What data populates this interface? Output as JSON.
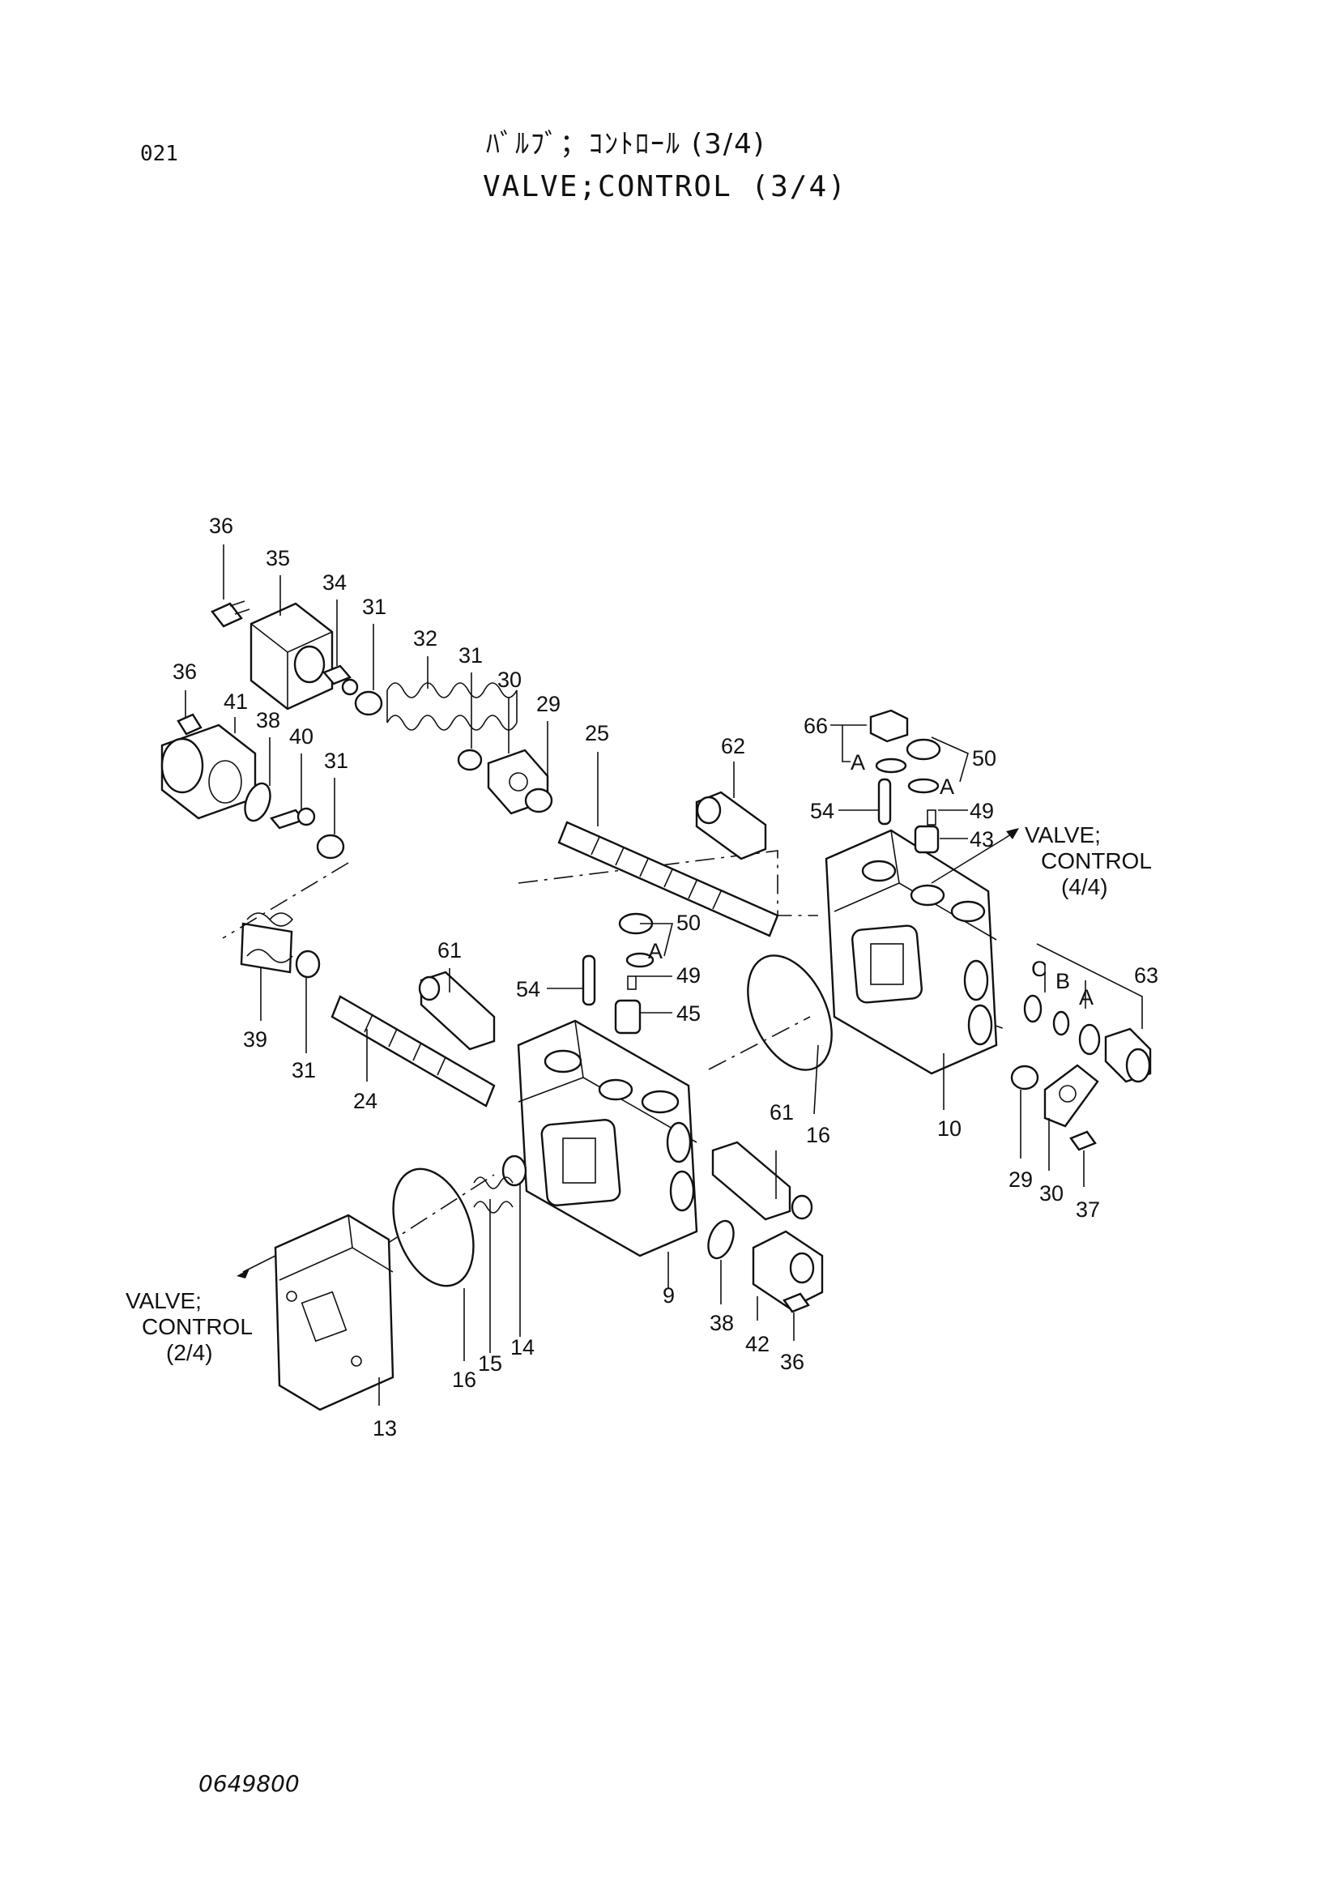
{
  "header": {
    "page_number": "021",
    "title_jp": "ﾊﾞﾙﾌﾞ；ｺﾝﾄﾛｰﾙ (3/4)",
    "title_en": "VALVE;CONTROL (3/4)"
  },
  "footer": {
    "doc_code": "0649800"
  },
  "cross_refs": {
    "to_4_4": [
      "VALVE;",
      "CONTROL",
      "(4/4)"
    ],
    "to_2_4": [
      "VALVE;",
      "CONTROL",
      "(2/4)"
    ]
  },
  "callouts": [
    {
      "id": "c36a",
      "text": "36"
    },
    {
      "id": "c35",
      "text": "35"
    },
    {
      "id": "c34",
      "text": "34"
    },
    {
      "id": "c31a",
      "text": "31"
    },
    {
      "id": "c32",
      "text": "32"
    },
    {
      "id": "c31b",
      "text": "31"
    },
    {
      "id": "c30a",
      "text": "30"
    },
    {
      "id": "c29a",
      "text": "29"
    },
    {
      "id": "c25",
      "text": "25"
    },
    {
      "id": "c36b",
      "text": "36"
    },
    {
      "id": "c41",
      "text": "41"
    },
    {
      "id": "c38a",
      "text": "38"
    },
    {
      "id": "c40",
      "text": "40"
    },
    {
      "id": "c31c",
      "text": "31"
    },
    {
      "id": "c62",
      "text": "62"
    },
    {
      "id": "c66",
      "text": "66"
    },
    {
      "id": "cA1",
      "text": "A"
    },
    {
      "id": "c50a",
      "text": "50"
    },
    {
      "id": "cA2",
      "text": "A"
    },
    {
      "id": "c54a",
      "text": "54"
    },
    {
      "id": "c49a",
      "text": "49"
    },
    {
      "id": "c43",
      "text": "43"
    },
    {
      "id": "c61a",
      "text": "61"
    },
    {
      "id": "c50b",
      "text": "50"
    },
    {
      "id": "cA3",
      "text": "A"
    },
    {
      "id": "c54b",
      "text": "54"
    },
    {
      "id": "c49b",
      "text": "49"
    },
    {
      "id": "c45",
      "text": "45"
    },
    {
      "id": "c39",
      "text": "39"
    },
    {
      "id": "c31d",
      "text": "31"
    },
    {
      "id": "c24",
      "text": "24"
    },
    {
      "id": "cC",
      "text": "C"
    },
    {
      "id": "cB",
      "text": "B"
    },
    {
      "id": "cA4",
      "text": "A"
    },
    {
      "id": "c63",
      "text": "63"
    },
    {
      "id": "c16a",
      "text": "16"
    },
    {
      "id": "c10",
      "text": "10"
    },
    {
      "id": "c61b",
      "text": "61"
    },
    {
      "id": "c29b",
      "text": "29"
    },
    {
      "id": "c30b",
      "text": "30"
    },
    {
      "id": "c37",
      "text": "37"
    },
    {
      "id": "c9",
      "text": "9"
    },
    {
      "id": "c38b",
      "text": "38"
    },
    {
      "id": "c42",
      "text": "42"
    },
    {
      "id": "c36c",
      "text": "36"
    },
    {
      "id": "c16b",
      "text": "16"
    },
    {
      "id": "c15",
      "text": "15"
    },
    {
      "id": "c14",
      "text": "14"
    },
    {
      "id": "c13",
      "text": "13"
    }
  ]
}
